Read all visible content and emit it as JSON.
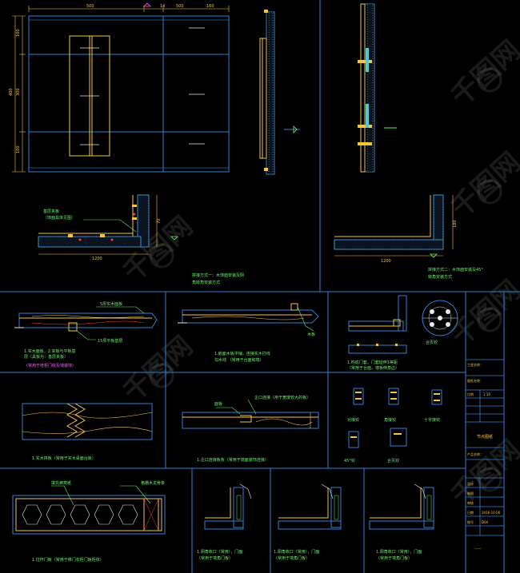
{
  "colors": {
    "background": "#000000",
    "frame": "#2f7fd6",
    "yellow": "#f5c542",
    "green": "#6cf06c",
    "cyan": "#3fd0e0",
    "magenta": "#ff5cff",
    "white": "#e8e8e8",
    "red": "#ff3b3b"
  },
  "watermark": {
    "text": "千图网",
    "icon": "watermark-logo-icon"
  },
  "top_left": {
    "dims_top": [
      "500",
      "14",
      "500",
      "160"
    ],
    "dims_left": [
      "100",
      "300",
      "100"
    ],
    "dim_total_left": "400",
    "dims_bottom": [
      "1200",
      "70"
    ],
    "note_line1": "基层夹板",
    "note_line2": "（饰面具体见图）",
    "caption_line1": "拼接方式一：木饰面安装及阴",
    "caption_line2": "角转角安装方式"
  },
  "top_right": {
    "dim_bottom": "1200",
    "dim_side": "180",
    "caption_line1": "拼接方式二：木饰面安装及45°",
    "caption_line2": "转角安装方式"
  },
  "row2": {
    "d1": {
      "label_a": "5厚实木面板",
      "label_b": "15厚平板基层",
      "caption_line1": "1.实木面板，2.夹板与平板基",
      "caption_line2": "层（具板为：基层夹板）",
      "caption_line3": "（常用于桂柜门收及墙装饰）"
    },
    "d2": {
      "label_a": "木板",
      "caption_line1": "1.嵌面木板平铺，连接实木打线",
      "caption_line2": "勾水线    （常用于台面和墙）"
    },
    "d3": {
      "caption_line1": "1.构成门套，门套延伸1等距",
      "caption_line2": "（常用于台面，墙板倒角边）"
    },
    "d4": {
      "caption": "合页铰"
    }
  },
  "row3": {
    "d1": {
      "caption": "1.实木拼板（常用于实木桌面台板）"
    },
    "d2": {
      "label_a": "企口连接（用于宽度较大的板）",
      "label_b": "面板",
      "caption": "1.企口连接板条（常用于墙面装饰连接）"
    },
    "d3": {
      "labels": [
        "对接铰",
        "角接铰",
        "十字接铰",
        "45°铰",
        "合页铰"
      ]
    }
  },
  "row4": {
    "d1": {
      "label_a": "填充蜂窝纸",
      "label_b": "格栅木龙骨条",
      "caption": "1.拉杆门板（常用于移门衣柜门板柜体）"
    },
    "d2": {
      "caption_line1": "1.阴角收口（常用），门面",
      "caption_line2": "（常用于墙角门板）"
    },
    "d3": {
      "caption_line1": "1.阳角收口（常用），门面",
      "caption_line2": "（常用于墙角门板）"
    },
    "d4": {
      "caption_line1": "1.阳角收口（常用），门面",
      "caption_line2": "（常用于墙角门板）"
    }
  },
  "title_block": {
    "project_label": "工程名称：",
    "drawing_label": "图纸名称：",
    "scale_label": "比例",
    "scale_value": "1:10",
    "drawing_title": "节点图纸",
    "rows": [
      {
        "label": "设计",
        "value": ""
      },
      {
        "label": "制图",
        "value": ""
      },
      {
        "label": "审核",
        "value": ""
      },
      {
        "label": "日期",
        "value": "2016-10-06"
      },
      {
        "label": "图号",
        "value": "D04"
      }
    ],
    "product_label": "产品名称：",
    "footer": "——"
  }
}
